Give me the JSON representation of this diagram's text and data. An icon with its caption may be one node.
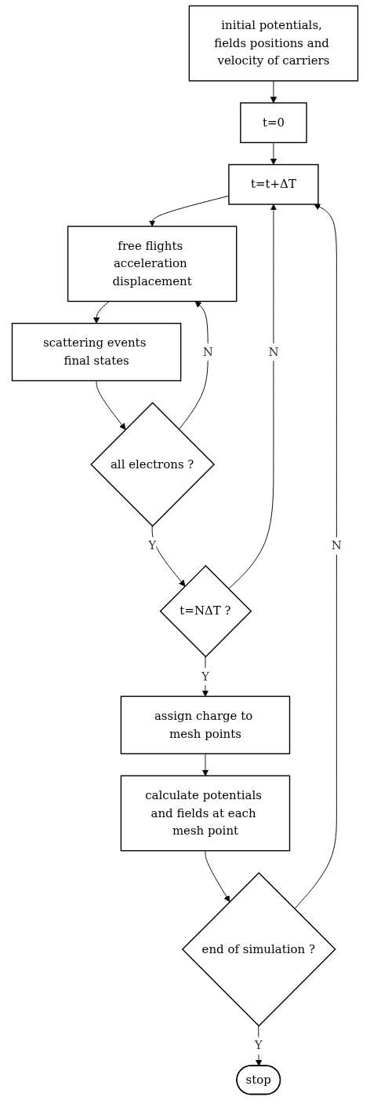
{
  "diagram": {
    "nodes": [
      {
        "text": [
          "initial potentials, fields positions and velocity of carriers"
        ]
      },
      {
        "text": [
          "t=0"
        ]
      },
      {
        "text": [
          "t=t+ΔT"
        ]
      },
      {
        "text": [
          "free flights acceleration displacement"
        ]
      },
      {
        "text": [
          "scattering events final states"
        ]
      },
      {
        "text": [
          "all electrons ?"
        ]
      },
      {
        "text": [
          "t=NΔT ?"
        ]
      },
      {
        "text": [
          "assign charge to mesh points"
        ]
      },
      {
        "text": [
          "calculate potentials and fields at each mesh point"
        ]
      },
      {
        "text": [
          "end of simulation ?"
        ]
      },
      {
        "text": [
          "stop"
        ]
      }
    ],
    "edges": [
      {
        "from": 0,
        "to": 1,
        "arrow": "to"
      },
      {
        "from": 1,
        "to": 2,
        "arrow": "to"
      },
      {
        "from": 2,
        "to": 3,
        "arrow": "to"
      },
      {
        "from": 3,
        "to": 4,
        "arrow": "to"
      },
      {
        "from": 4,
        "to": 5,
        "arrow": "to"
      },
      {
        "from": 5,
        "to": 3,
        "arrow": "to",
        "label": "N"
      },
      {
        "from": 5,
        "to": 6,
        "arrow": "to",
        "label": "Y"
      },
      {
        "from": 6,
        "to": 2,
        "arrow": "to",
        "label": "N"
      },
      {
        "from": 6,
        "to": 7,
        "arrow": "to",
        "label": "Y"
      },
      {
        "from": 7,
        "to": 8,
        "arrow": "to"
      },
      {
        "from": 8,
        "to": 9,
        "arrow": "to"
      },
      {
        "from": 9,
        "to": 2,
        "arrow": "to",
        "label": "N"
      },
      {
        "from": 9,
        "to": 10,
        "arrow": "to",
        "label": "Y"
      }
    ]
  }
}
